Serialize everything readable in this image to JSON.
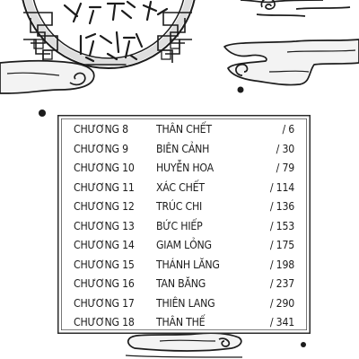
{
  "colors": {
    "ink": "#1c1c1c",
    "paper": "#ffffff",
    "cloud": "#f3f3f3"
  },
  "icons": [
    "lattice-window-ornament",
    "cloud-ornament"
  ],
  "toc": [
    {
      "chapter": "CHƯƠNG 8",
      "title": "THÂN CHẾT",
      "page": "/ 6"
    },
    {
      "chapter": "CHƯƠNG 9",
      "title": "BIÊN CẢNH",
      "page": "/ 30"
    },
    {
      "chapter": "CHƯƠNG 10",
      "title": "HUYỄN HOA",
      "page": "/ 79"
    },
    {
      "chapter": "CHƯƠNG 11",
      "title": "XÁC CHẾT",
      "page": "/ 114"
    },
    {
      "chapter": "CHƯƠNG 12",
      "title": "TRÚC CHI",
      "page": "/ 136"
    },
    {
      "chapter": "CHƯƠNG 13",
      "title": "BỨC HIẾP",
      "page": "/ 153"
    },
    {
      "chapter": "CHƯƠNG 14",
      "title": "GIAM LỎNG",
      "page": "/ 175"
    },
    {
      "chapter": "CHƯƠNG 15",
      "title": "THÁNH LĂNG",
      "page": "/ 198"
    },
    {
      "chapter": "CHƯƠNG 16",
      "title": "TAN BĂNG",
      "page": "/ 237"
    },
    {
      "chapter": "CHƯƠNG 17",
      "title": "THIÊN LANG",
      "page": "/ 290"
    },
    {
      "chapter": "CHƯƠNG 18",
      "title": "THÂN THẾ",
      "page": "/ 341"
    }
  ]
}
